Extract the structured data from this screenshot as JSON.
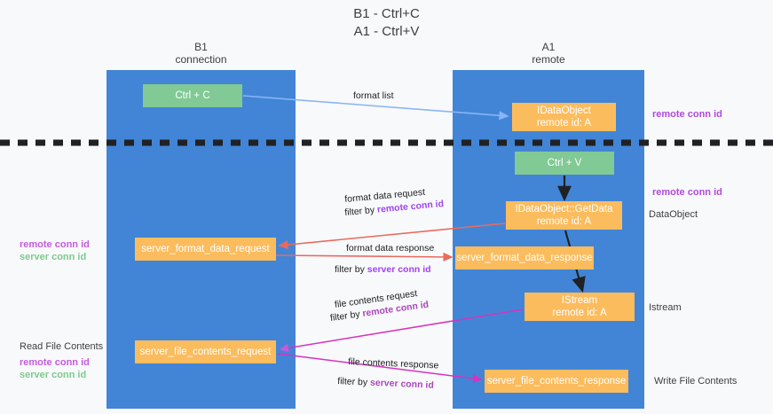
{
  "title": {
    "line1": "B1 - Ctrl+C",
    "line2": "A1 - Ctrl+V"
  },
  "lanes": [
    {
      "name": "b1",
      "title": "B1",
      "subtitle": "connection",
      "color": "#4285d6"
    },
    {
      "name": "a1",
      "title": "A1",
      "subtitle": "remote",
      "color": "#4285d6"
    }
  ],
  "boxes": {
    "ctrl_c": "Ctrl + C",
    "idataobject_line1": "IDataObject",
    "idataobject_line2": "remote id: A",
    "ctrl_v": "Ctrl + V",
    "getdata_line1": "IDataObject::GetData",
    "getdata_line2": "remote id: A",
    "server_format_data_request": "server_format_data_request",
    "server_format_data_response": "server_format_data_response",
    "istream_line1": "IStream",
    "istream_line2": "remote id: A",
    "server_file_contents_request": "server_file_contents_request",
    "server_file_contents_response": "server_file_contents_response"
  },
  "edges": {
    "format_list": "format list",
    "format_data_request": "format data request",
    "format_data_request_filter_prefix": "filter by ",
    "format_data_request_filter_value": "remote conn id",
    "format_data_response": "format data response",
    "format_data_response_filter_prefix": "filter by ",
    "format_data_response_filter_value": "server conn id",
    "file_contents_request": "file contents request",
    "file_contents_request_filter_prefix": "filter by ",
    "file_contents_request_filter_value": "remote conn id",
    "file_contents_response": "file contents response",
    "file_contents_response_filter_prefix": "filter by ",
    "file_contents_response_filter_value": "server conn id"
  },
  "left_labels": {
    "format_remote": "remote conn id",
    "format_server": "server conn id",
    "read_file_contents": "Read File Contents",
    "file_remote": "remote conn id",
    "file_server": "server conn id"
  },
  "right_labels": {
    "top_remote_conn_id": "remote conn id",
    "mid_remote_conn_id": "remote conn id",
    "dataobject": "DataObject",
    "istream": "Istream",
    "write_file_contents": "Write File Contents"
  },
  "colors": {
    "lane": "#4285d6",
    "green_box": "#81c995",
    "orange_box": "#fbbc5e",
    "arrow_blue": "#8ab4f8",
    "arrow_red": "#ea6a5e",
    "arrow_magenta": "#d633bd",
    "arrow_purple": "#c45ae0",
    "arrow_black": "#202124",
    "divider": "#202124",
    "accent_purple": "#a142f4",
    "accent_green": "#7ec98e"
  }
}
